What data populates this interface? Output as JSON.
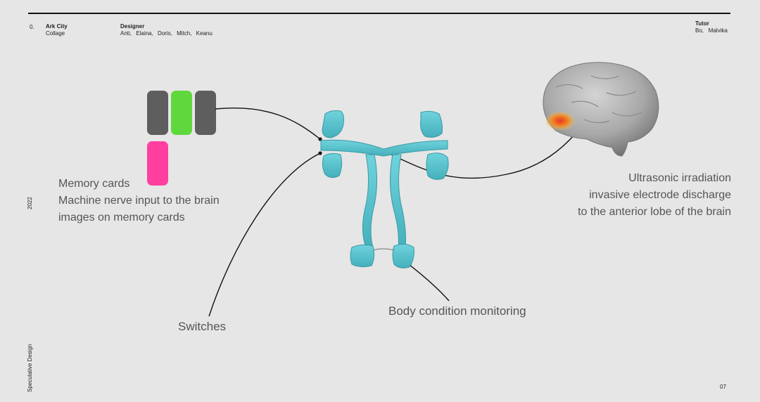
{
  "header": {
    "index": "0.",
    "project_title": "Ark City",
    "project_subtitle": "Collage",
    "designer_label": "Designer",
    "designers": [
      "Anti,",
      "Elaina,",
      "Doris,",
      "Mitch,",
      "Keanu"
    ],
    "tutor_label": "Tutor",
    "tutors": "Bo,   Malvika"
  },
  "sidebar": {
    "year": "2022",
    "category": "Speculative Design"
  },
  "page_number": "07",
  "labels": {
    "memory_title": "Memory cards",
    "memory_line1": "Machine nerve input to the brain",
    "memory_line2": "images on memory cards",
    "brain_line1": "Ultrasonic irradiation",
    "brain_line2": "invasive electrode discharge",
    "brain_line3": "to the anterior lobe of the brain",
    "switches": "Switches",
    "body_monitoring": "Body condition monitoring"
  },
  "colors": {
    "card_gray": "#5e5e5e",
    "card_green": "#5fd83c",
    "card_pink": "#ff3fa0",
    "device_teal": "#5cc6cf",
    "brain_gray": "#a8a8a8",
    "brain_hot": "#e8351f"
  }
}
